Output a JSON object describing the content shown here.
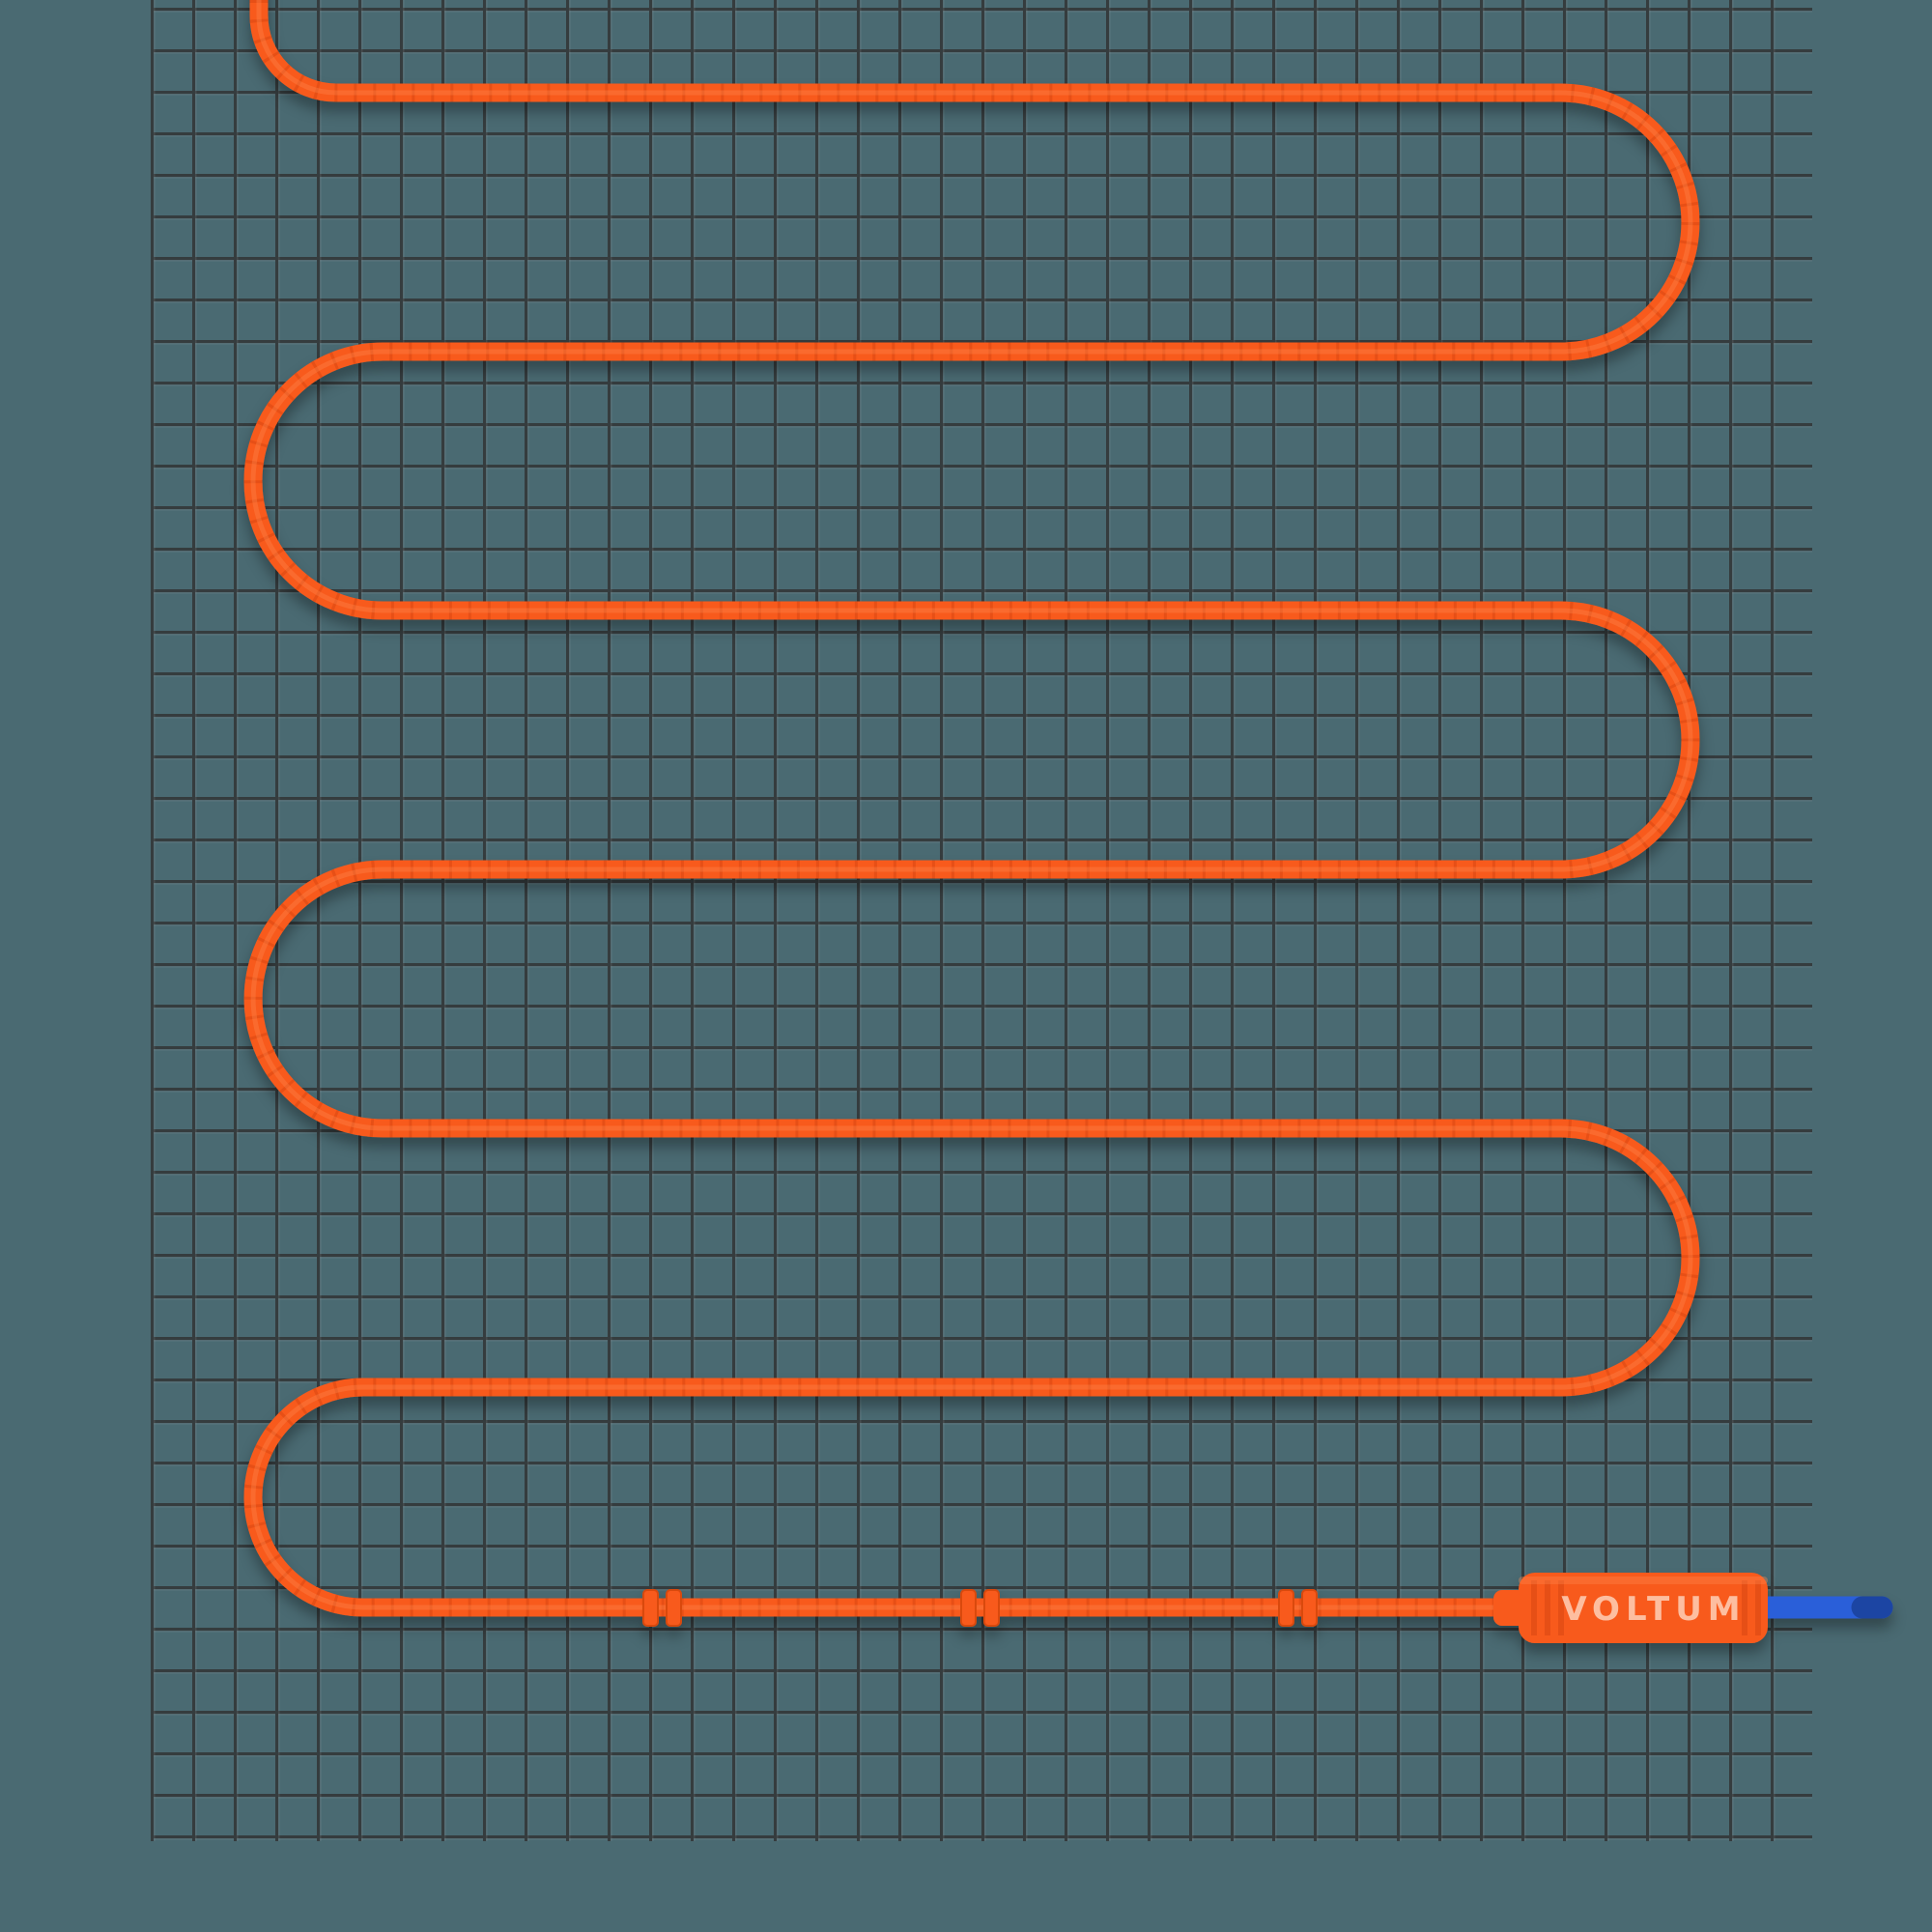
{
  "product": {
    "description_label": "heating mat cable on wire mesh",
    "cable_runs": 7,
    "clip_count": 3
  },
  "connector": {
    "brand_label": "VOLTUM"
  },
  "colors": {
    "background": "#4A6A72",
    "mesh_wire": "#353C3E",
    "cable_orange": "#F85A1C",
    "cable_orange_dark": "#D9480F",
    "cable_orange_light": "#FF8A50",
    "connector_text": "#FFD7C2",
    "cold_lead_blue": "#2B5FD9",
    "cold_lead_blue_dark": "#1E44A3"
  }
}
